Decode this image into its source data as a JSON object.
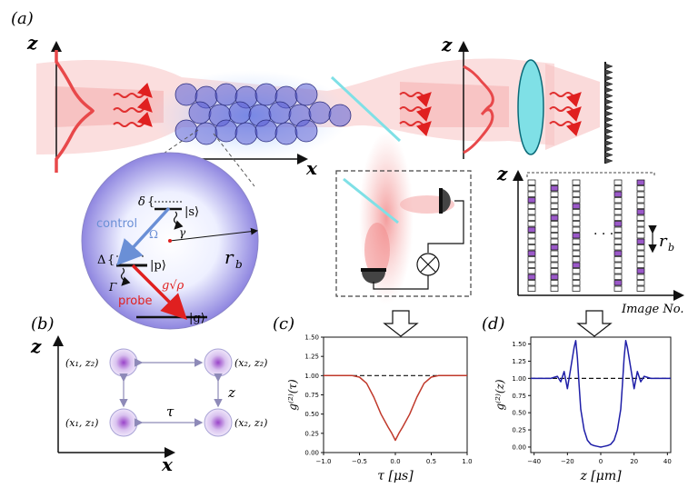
{
  "panel_labels": {
    "a": "(a)",
    "b": "(b)",
    "c": "(c)",
    "d": "(d)"
  },
  "panel_a": {
    "axis_z_left": "z",
    "axis_x": "x",
    "axis_z_mid": "z",
    "axis_z_right": "z",
    "image_axis": "Image No.",
    "rb_right": "r",
    "rb_right_sub": "b",
    "dots": "· · ·",
    "level_s": "|s⟩",
    "level_p": "|p⟩",
    "level_g": "|g⟩",
    "delta_small": "δ",
    "delta_big": "Δ",
    "gamma_small": "γ",
    "gamma_big": "Γ",
    "omega": "Ω",
    "control": "control",
    "probe": "probe",
    "coupling": "g√ρ",
    "rb_circle": "r",
    "rb_circle_sub": "b"
  },
  "panel_b": {
    "z_axis": "z",
    "x_axis": "x",
    "x1z2": "(x₁, z₂)",
    "x2z2": "(x₂, z₂)",
    "x1z1": "(x₁, z₁)",
    "x2z1": "(x₂, z₁)",
    "tau": "τ",
    "z": "z"
  },
  "colors": {
    "beam": "#f4a3a3",
    "beam_core": "#e8484a",
    "atoms": "#5b5fd4",
    "purple": "#9b59c9",
    "cyan": "#7fe0e6",
    "red_curve": "#c0392b",
    "blue_curve": "#1f1fa8"
  },
  "chart_data": [
    {
      "type": "line",
      "xlabel": "τ [μs]",
      "ylabel": "g⁽²⁾(τ)",
      "xlim": [
        -1.0,
        1.0
      ],
      "ylim": [
        0.0,
        1.5
      ],
      "xticks": [
        "−1.0",
        "−0.5",
        "0.0",
        "0.5",
        "1.0"
      ],
      "yticks": [
        "0.00",
        "0.25",
        "0.50",
        "0.75",
        "1.00",
        "1.25",
        "1.50"
      ],
      "reference_line": 1.0,
      "series": [
        {
          "x": [
            -1.0,
            -0.6,
            -0.5,
            -0.4,
            -0.3,
            -0.2,
            -0.1,
            -0.05,
            0.0,
            0.05,
            0.1,
            0.2,
            0.3,
            0.4,
            0.5,
            0.6,
            1.0
          ],
          "y": [
            1.0,
            1.0,
            0.98,
            0.9,
            0.72,
            0.5,
            0.33,
            0.25,
            0.16,
            0.25,
            0.33,
            0.5,
            0.72,
            0.9,
            0.98,
            1.0,
            1.0
          ]
        }
      ]
    },
    {
      "type": "line",
      "xlabel": "z [μm]",
      "ylabel": "g⁽²⁾(z)",
      "xlim": [
        -42,
        42
      ],
      "ylim": [
        -0.08,
        1.6
      ],
      "xticks": [
        "−40",
        "−20",
        "0",
        "20",
        "40"
      ],
      "yticks": [
        "0.00",
        "0.25",
        "0.50",
        "0.75",
        "1.00",
        "1.25",
        "1.50"
      ],
      "reference_line": 1.0,
      "series": [
        {
          "x": [
            -42,
            -30,
            -26,
            -24,
            -22,
            -20,
            -18,
            -16,
            -15,
            -14,
            -13,
            -12,
            -10,
            -8,
            -6,
            -4,
            -2,
            0,
            2,
            4,
            6,
            8,
            10,
            12,
            13,
            14,
            15,
            16,
            18,
            20,
            22,
            24,
            26,
            30,
            42
          ],
          "y": [
            1.0,
            1.0,
            1.03,
            0.95,
            1.1,
            0.85,
            1.15,
            1.45,
            1.55,
            1.3,
            0.9,
            0.55,
            0.25,
            0.1,
            0.04,
            0.02,
            0.01,
            0.0,
            0.01,
            0.02,
            0.04,
            0.1,
            0.25,
            0.55,
            0.9,
            1.3,
            1.55,
            1.45,
            1.15,
            0.85,
            1.1,
            0.95,
            1.03,
            1.0,
            1.0
          ]
        }
      ]
    }
  ]
}
